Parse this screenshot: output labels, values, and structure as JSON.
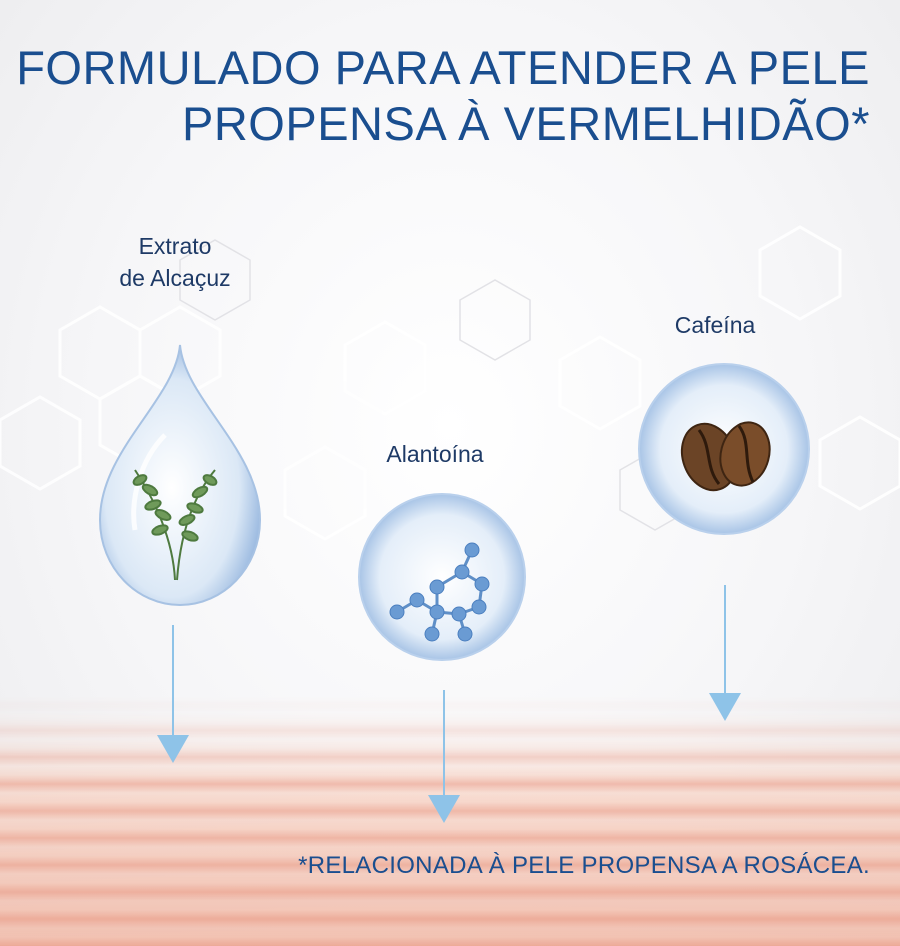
{
  "title": {
    "line1": "FORMULADO PARA ATENDER A PELE",
    "line2": "PROPENSA À VERMELHIDÃO*"
  },
  "ingredients": [
    {
      "line1": "Extrato",
      "line2": "de Alcaçuz",
      "icon": "licorice-leaf-drop-icon"
    },
    {
      "label": "Alantoína",
      "icon": "molecule-sphere-icon"
    },
    {
      "label": "Cafeína",
      "icon": "coffee-beans-sphere-icon"
    }
  ],
  "footnote": "*RELACIONADA À PELE PROPENSA A ROSÁCEA.",
  "colors": {
    "title": "#1a4e8f",
    "label": "#1e3a66",
    "arrow": "#8ec3e8",
    "skin": "#ecab96"
  }
}
